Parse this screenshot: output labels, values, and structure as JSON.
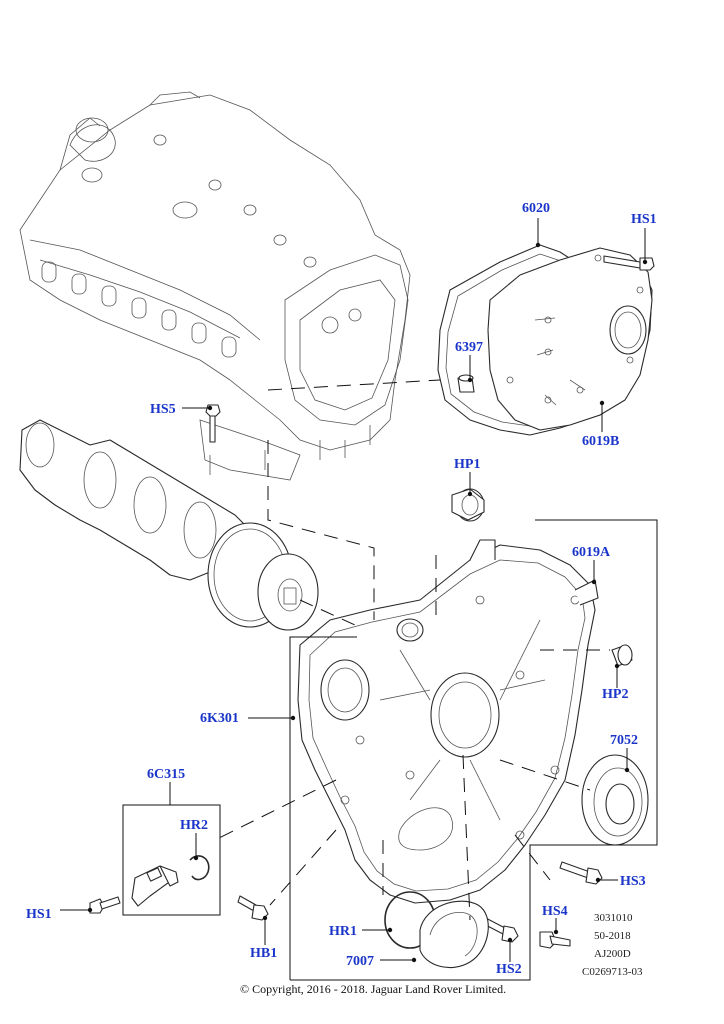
{
  "callouts": {
    "c6020": "6020",
    "hs1_top": "HS1",
    "c6397": "6397",
    "c6019b": "6019B",
    "hs5": "HS5",
    "hp1": "HP1",
    "c6019a": "6019A",
    "hp2": "HP2",
    "c6k301": "6K301",
    "c7052": "7052",
    "c6c315": "6C315",
    "hr2": "HR2",
    "hs3": "HS3",
    "hs1_bottom": "HS1",
    "hb1": "HB1",
    "hr1": "HR1",
    "hs4": "HS4",
    "c7007": "7007",
    "hs2": "HS2"
  },
  "reference": [
    "3031010",
    "50-2018",
    "AJ200D",
    "C0269713-03"
  ],
  "copyright": "© Copyright, 2016 - 2018. Jaguar Land Rover Limited.",
  "colors": {
    "callout": "#1a35c9",
    "line": "#111111"
  }
}
